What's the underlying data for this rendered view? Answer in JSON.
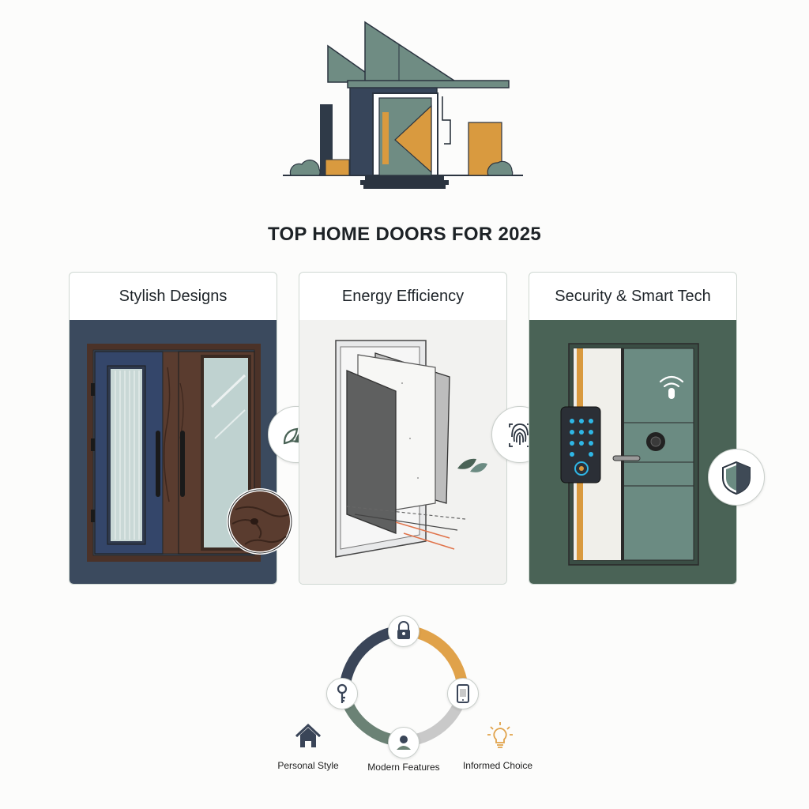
{
  "header": {
    "title": "TOP HOME DOORS FOR 2025",
    "logo_icon": "modern-house-entrance-icon"
  },
  "cards": [
    {
      "label": "Stylish Designs",
      "illustration": "double-door-wood-glass",
      "badge_icon": "leaf-icon",
      "bg": "#3b4a5e"
    },
    {
      "label": "Energy Efficiency",
      "illustration": "door-insulation-layers",
      "badge_icon": "fingerprint-icon",
      "bg": "#f2f2f0"
    },
    {
      "label": "Security & Smart Tech",
      "illustration": "smart-lock-door",
      "badge_icon": "shield-icon",
      "bg": "#4a6356"
    }
  ],
  "cycle": {
    "icons": [
      "lock-icon",
      "smartphone-icon",
      "person-icon",
      "key-icon"
    ],
    "colors": {
      "navy": "#3a4558",
      "orange": "#e0a24a",
      "gray": "#c9c9c9",
      "green": "#6b8275"
    }
  },
  "footer": {
    "items": [
      {
        "label": "Personal Style",
        "icon": "house-icon"
      },
      {
        "label": "Modern Features",
        "icon": "person-icon"
      },
      {
        "label": "Informed Choice",
        "icon": "lightbulb-icon"
      }
    ]
  },
  "colors": {
    "accent_orange": "#d99a3f",
    "navy": "#3b4a5e",
    "green": "#4a6356",
    "teal": "#6b8b82"
  }
}
